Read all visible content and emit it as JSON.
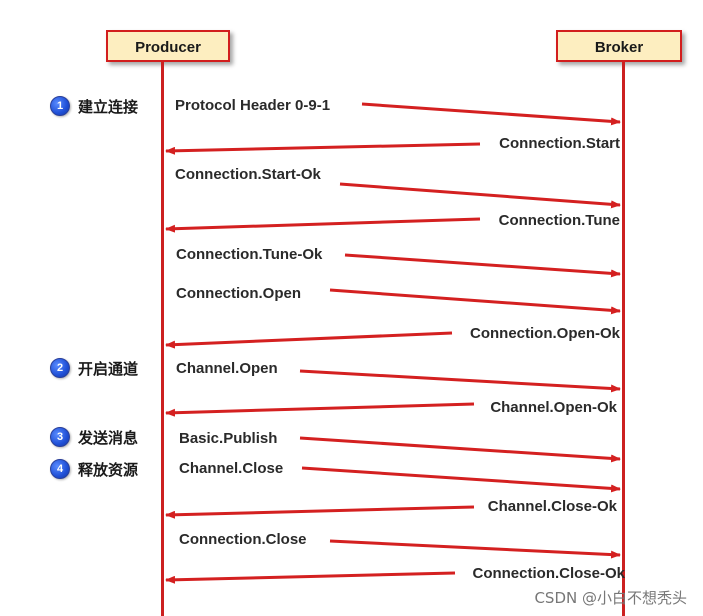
{
  "participants": {
    "producer": "Producer",
    "broker": "Broker"
  },
  "phases": [
    {
      "number": "1",
      "label": "建立连接"
    },
    {
      "number": "2",
      "label": "开启通道"
    },
    {
      "number": "3",
      "label": "发送消息"
    },
    {
      "number": "4",
      "label": "释放资源"
    }
  ],
  "messages": [
    {
      "label": "Protocol Header 0-9-1",
      "direction": "to-broker"
    },
    {
      "label": "Connection.Start",
      "direction": "to-producer"
    },
    {
      "label": "Connection.Start-Ok",
      "direction": "to-broker"
    },
    {
      "label": "Connection.Tune",
      "direction": "to-producer"
    },
    {
      "label": "Connection.Tune-Ok",
      "direction": "to-broker"
    },
    {
      "label": "Connection.Open",
      "direction": "to-broker"
    },
    {
      "label": "Connection.Open-Ok",
      "direction": "to-producer"
    },
    {
      "label": "Channel.Open",
      "direction": "to-broker"
    },
    {
      "label": "Channel.Open-Ok",
      "direction": "to-producer"
    },
    {
      "label": "Basic.Publish",
      "direction": "to-broker"
    },
    {
      "label": "Channel.Close",
      "direction": "to-broker"
    },
    {
      "label": "Channel.Close-Ok",
      "direction": "to-producer"
    },
    {
      "label": "Connection.Close",
      "direction": "to-broker"
    },
    {
      "label": "Connection.Close-Ok",
      "direction": "to-producer"
    }
  ],
  "colors": {
    "arrow": "#d42020",
    "participant_fill": "#fdeec0",
    "badge": "#1f4fd6"
  },
  "watermark": "CSDN @小白不想秃头"
}
